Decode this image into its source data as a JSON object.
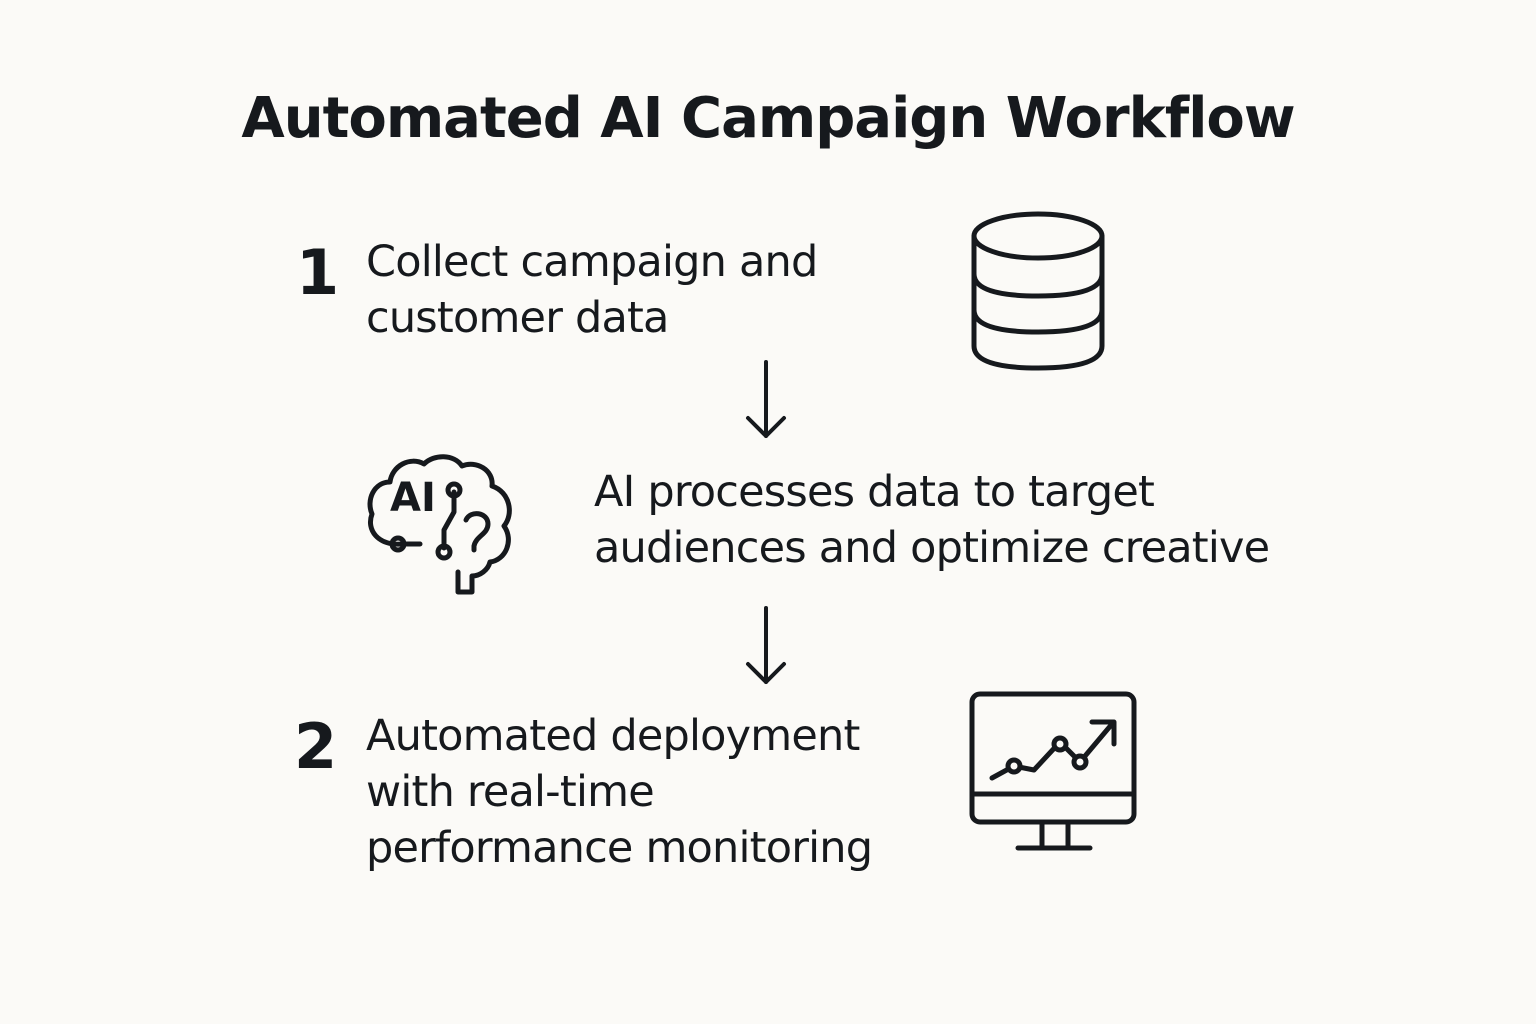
{
  "title": "Automated AI Campaign Workflow",
  "steps": [
    {
      "number": "1",
      "lines": [
        "Collect campaign and",
        "customer data"
      ],
      "icon": "database-icon"
    },
    {
      "number": "",
      "lines": [
        "AI processes data to target",
        "audiences and optimize creative"
      ],
      "icon": "ai-brain-icon",
      "icon_label": "AI"
    },
    {
      "number": "2",
      "lines": [
        "Automated deployment",
        "with real-time",
        "performance monitoring"
      ],
      "icon": "monitor-chart-icon"
    }
  ],
  "arrows": [
    "down-arrow-icon",
    "down-arrow-icon"
  ],
  "colors": {
    "background": "#fbfaf7",
    "ink": "#16191d"
  }
}
